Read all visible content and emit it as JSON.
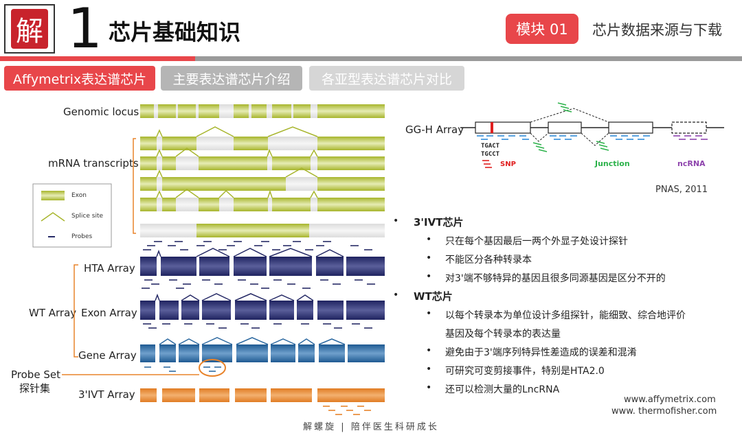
{
  "header": {
    "logo_char": "解",
    "number": "1",
    "title": "芯片基础知识",
    "module_badge": "模块 01",
    "module_desc": "芯片数据来源与下载"
  },
  "tabs": [
    {
      "label": "Affymetrix表达谱芯片"
    },
    {
      "label": "主要表达谱芯片介绍"
    },
    {
      "label": "各亚型表达谱芯片对比"
    }
  ],
  "diagram": {
    "labels": {
      "genomic_locus": "Genomic locus",
      "mrna_transcripts": "mRNA transcripts",
      "hta": "HTA Array",
      "wt": "WT Array",
      "exon": "Exon Array",
      "gene": "Gene Array",
      "probe_set": "Probe Set",
      "probe_set_cn": "探针集",
      "ivt": "3'IVT Array"
    },
    "legend": {
      "exon": "Exon",
      "splice": "Splice site",
      "probes": "Probes"
    },
    "gg": {
      "label": "GG-H Array",
      "seq1": "TGACT",
      "seq2": "TGCCT",
      "snp": "SNP",
      "junction": "Junction",
      "ncrna": "ncRNA",
      "cite": "PNAS, 2011"
    },
    "colors": {
      "exon_green": "#b4c236",
      "navy": "#262a66",
      "blue": "#2e6aa1",
      "orange": "#e8832a",
      "red": "#e8464a"
    }
  },
  "notes": {
    "ivt_head": "3'IVT芯片",
    "ivt_items": [
      "只在每个基因最后一两个外显子处设计探针",
      "不能区分各种转录本",
      "对3'端不够特异的基因且很多同源基因是区分不开的"
    ],
    "wt_head": "WT芯片",
    "wt_items": [
      "以每个转录本为单位设计多组探针，能细致、综合地评价",
      "基因及每个转录本的表达量",
      "避免由于3'端序列特异性差造成的误差和混淆",
      "可研究可变剪接事件，特别是HTA2.0",
      "还可以检测大量的LncRNA"
    ]
  },
  "sources": {
    "line1": "www.affymetrix.com",
    "line2": "www. thermofisher.com"
  },
  "footer": "解螺旋  |  陪伴医生科研成长"
}
